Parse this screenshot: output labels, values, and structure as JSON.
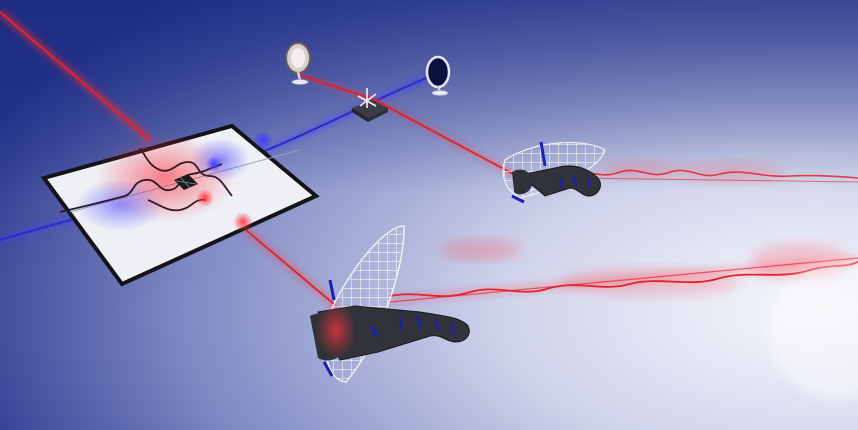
{
  "scene": {
    "colors": {
      "backdrop_dark": "#1f2f86",
      "backdrop_light": "#f4f5fb",
      "floor": "#c9cce6",
      "red_beam": "#e0222c",
      "blue_beam": "#2a2ad0",
      "chip_face": "#eef0f6",
      "chip_border": "#141418",
      "antenna_dark": "#2f3236",
      "antenna_mesh": "#f2f2f2"
    },
    "objects": [
      {
        "name": "photonic-chip",
        "depicts": "chip-with-waveguides"
      },
      {
        "name": "left-mirror-icon",
        "depicts": "mirror"
      },
      {
        "name": "right-mirror-icon",
        "depicts": "mirror"
      },
      {
        "name": "beam-splitter-icon",
        "depicts": "beam-splitter"
      },
      {
        "name": "dish-antenna-small-icon",
        "depicts": "dish-antenna"
      },
      {
        "name": "dish-antenna-large-icon",
        "depicts": "dish-antenna"
      }
    ]
  }
}
